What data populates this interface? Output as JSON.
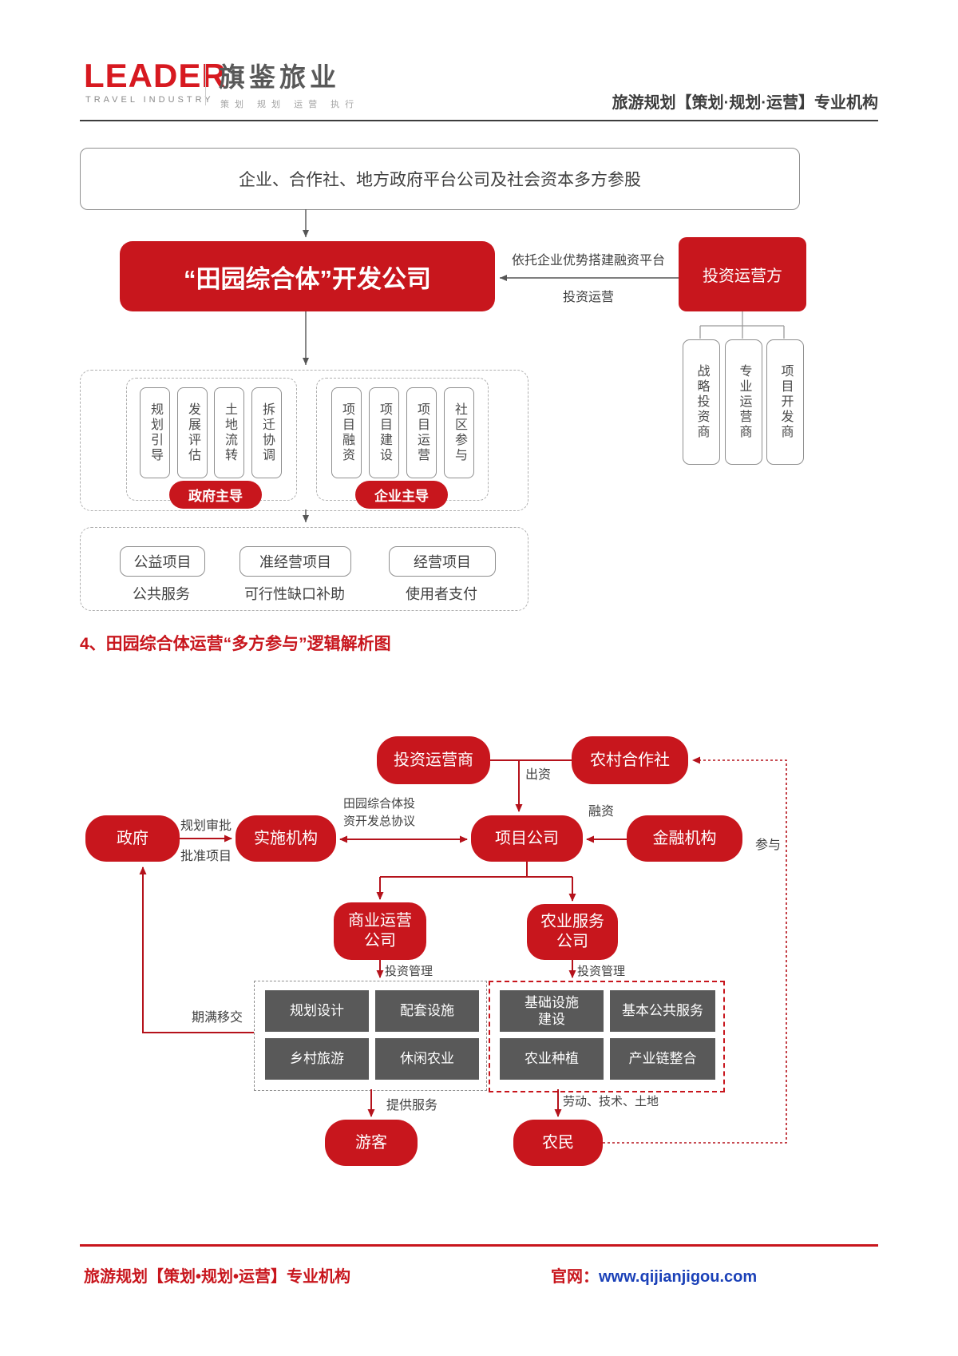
{
  "header": {
    "logo_main": "LEADER",
    "logo_sub": "TRAVEL INDUSTRY",
    "logo_cn": "旗鉴旅业",
    "logo_cn_tagline": "策划 规划 运营 执行",
    "right_tagline": "旅游规划【策划·规划·运营】专业机构"
  },
  "diagram1": {
    "top_box": "企业、合作社、地方政府平台公司及社会资本多方参股",
    "dev_company": "“田园综合体”开发公司",
    "investor": "投资运营方",
    "link_label_top": "依托企业优势搭建融资平台",
    "link_label_bottom": "投资运营",
    "gov_items": [
      "规划引导",
      "发展评估",
      "土地流转",
      "拆迁协调"
    ],
    "gov_badge": "政府主导",
    "ent_items": [
      "项目融资",
      "项目建设",
      "项目运营",
      "社区参与"
    ],
    "ent_badge": "企业主导",
    "investor_types": [
      "战略投资商",
      "专业运营商",
      "项目开发商"
    ],
    "projects": [
      {
        "name": "公益项目",
        "mode": "公共服务"
      },
      {
        "name": "准经营项目",
        "mode": "可行性缺口补助"
      },
      {
        "name": "经营项目",
        "mode": "使用者支付"
      }
    ]
  },
  "section_title": "4、田园综合体运营“多方参与”逻辑解析图",
  "diagram2": {
    "investor_op": "投资运营商",
    "coop": "农村合作社",
    "gov": "政府",
    "impl": "实施机构",
    "project_co": "项目公司",
    "finance": "金融机构",
    "biz_co": "商业运营\n公司",
    "agri_co": "农业服务\n公司",
    "tourist": "游客",
    "farmer": "农民",
    "labels": {
      "chuzi": "出资",
      "rongzi": "融资",
      "guihua": "规划审批",
      "pizhun": "批准项目",
      "agreement": "田园综合体投\n资开发总协议",
      "canyu": "参与",
      "invest_mgmt_left": "投资管理",
      "invest_mgmt_right": "投资管理",
      "qiman": "期满移交",
      "tigong": "提供服务",
      "laodong": "劳动、技术、土地"
    },
    "biz_cells": [
      "规划设计",
      "配套设施",
      "乡村旅游",
      "休闲农业"
    ],
    "agri_cells": [
      "基础设施\n建设",
      "基本公共服务",
      "农业种植",
      "产业链整合"
    ]
  },
  "footer": {
    "left": "旅游规划【策划•规划•运营】专业机构",
    "site_label": "官网：",
    "site_url": "www.qijianjigou.com"
  },
  "colors": {
    "red": "#C8161D",
    "gray_box": "#595959",
    "link_blue": "#1B41B8"
  }
}
